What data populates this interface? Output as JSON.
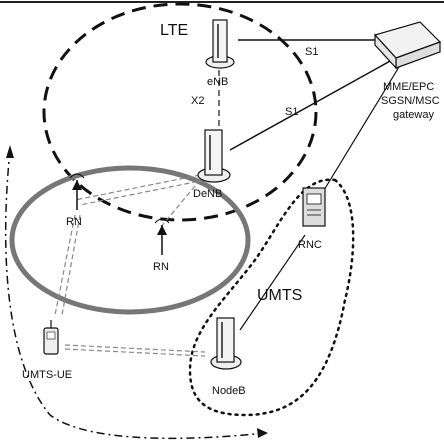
{
  "diagram": {
    "region_lte": "LTE",
    "region_umts": "UMTS",
    "enb": "eNB",
    "denb": "DeNB",
    "rn_1": "RN",
    "rn_2": "RN",
    "rnc": "RNC",
    "nodeb": "NodeB",
    "ue": "UMTS-UE",
    "gateway_line1": "MME/EPC",
    "gateway_line2": "SGSN/MSC",
    "gateway_line3": "gateway",
    "link_s1_top": "S1",
    "link_s1_mid": "S1",
    "link_x2": "X2"
  }
}
